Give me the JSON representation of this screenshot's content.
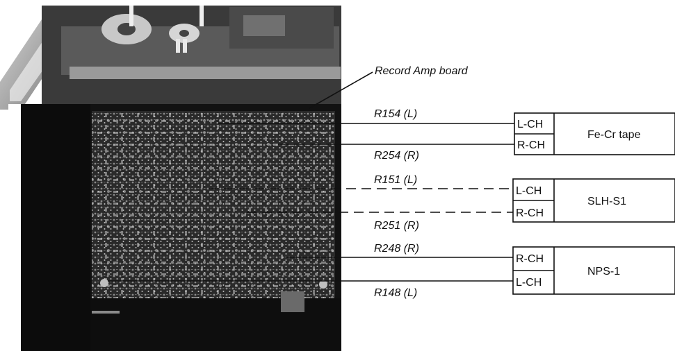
{
  "callout": {
    "label": "Record Amp board"
  },
  "groups": [
    {
      "name": "Fe-Cr tape",
      "style": "solid",
      "rows": [
        {
          "resistor": "R154 (L)",
          "channel": "L-CH"
        },
        {
          "resistor": "R254 (R)",
          "channel": "R-CH"
        }
      ]
    },
    {
      "name": "SLH-S1",
      "style": "dashed",
      "rows": [
        {
          "resistor": "R151 (L)",
          "channel": "L-CH"
        },
        {
          "resistor": "R251 (R)",
          "channel": "R-CH"
        }
      ]
    },
    {
      "name": "NPS-1",
      "style": "solid",
      "rows": [
        {
          "resistor": "R248 (R)",
          "channel": "R-CH"
        },
        {
          "resistor": "R148 (L)",
          "channel": "L-CH"
        }
      ]
    }
  ]
}
